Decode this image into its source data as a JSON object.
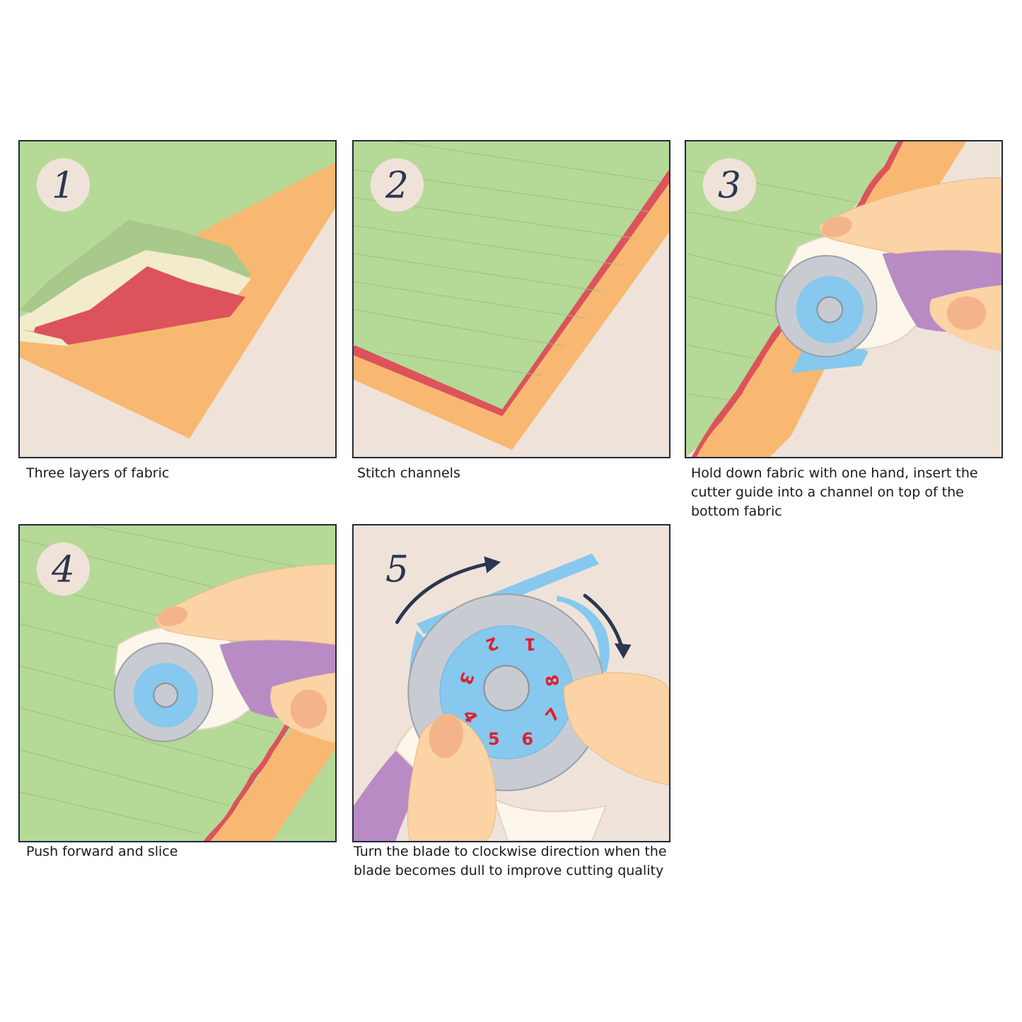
{
  "steps": [
    {
      "number": "1",
      "caption": "Three layers of fabric"
    },
    {
      "number": "2",
      "caption": "Stitch channels"
    },
    {
      "number": "3",
      "caption": "Hold down fabric with one hand, insert the cutter guide into a channel on top of the bottom fabric"
    },
    {
      "number": "4",
      "caption": "Push forward and slice"
    },
    {
      "number": "5",
      "caption": "Turn the blade to clockwise direction when the blade becomes dull to improve cutting quality"
    }
  ],
  "dial": [
    "1",
    "2",
    "3",
    "4",
    "5",
    "6",
    "7",
    "8"
  ],
  "colors": {
    "green": "#b5d997",
    "orange": "#f8b872",
    "red": "#dc535b",
    "cream": "#f2eccd",
    "background": "#efe3d9",
    "skin": "#fbd3a5",
    "nail": "#f4b48a",
    "purple": "#b98bc4",
    "blue": "#86c8ee",
    "blade": "#c8ccd2",
    "badge": "#efe3d9",
    "border": "#1f2a3c"
  },
  "icons": [
    "rotary-cutter-icon",
    "hand-icon",
    "blade-icon",
    "clockwise-arrow-icon"
  ]
}
